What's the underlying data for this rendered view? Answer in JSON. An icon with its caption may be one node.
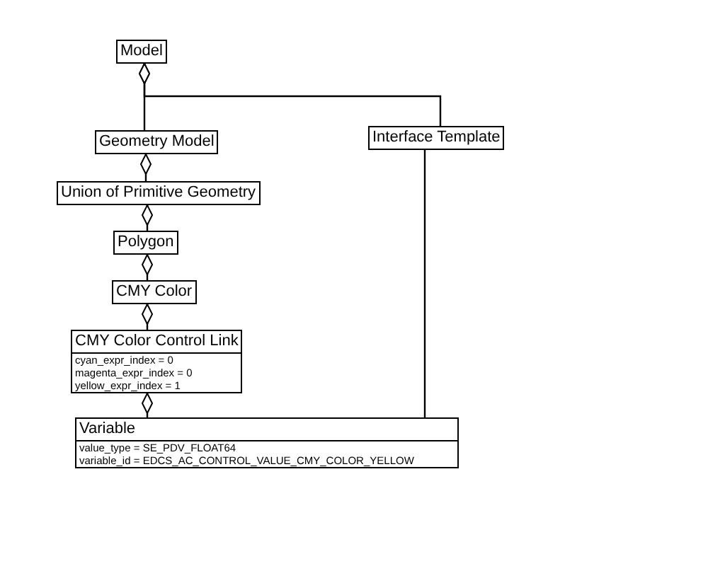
{
  "diagram": {
    "nodes": [
      {
        "text": [
          "Model"
        ]
      },
      {
        "text": [
          "Geometry Model"
        ]
      },
      {
        "text": [
          "Interface Template"
        ]
      },
      {
        "text": [
          "Union of Primitive Geometry"
        ]
      },
      {
        "text": [
          "Polygon"
        ]
      },
      {
        "text": [
          "CMY Color"
        ]
      },
      {
        "text": [
          "CMY Color Control Link",
          "cyan_expr_index = 0",
          "magenta_expr_index = 0",
          "yellow_expr_index = 1"
        ]
      },
      {
        "text": [
          "Variable",
          "value_type = SE_PDV_FLOAT64",
          "variable_id = EDCS_AC_CONTROL_VALUE_CMY_COLOR_YELLOW"
        ]
      }
    ],
    "edges": [
      {
        "from": 0,
        "to": 1,
        "arrow": "other"
      },
      {
        "from": 0,
        "to": 2,
        "arrow": "other"
      },
      {
        "from": 1,
        "to": 3,
        "arrow": "other"
      },
      {
        "from": 3,
        "to": 4,
        "arrow": "other"
      },
      {
        "from": 4,
        "to": 5,
        "arrow": "other"
      },
      {
        "from": 5,
        "to": 6,
        "arrow": "other"
      },
      {
        "from": 6,
        "to": 7,
        "arrow": "other"
      },
      {
        "from": 2,
        "to": 7,
        "arrow": "none"
      }
    ]
  }
}
